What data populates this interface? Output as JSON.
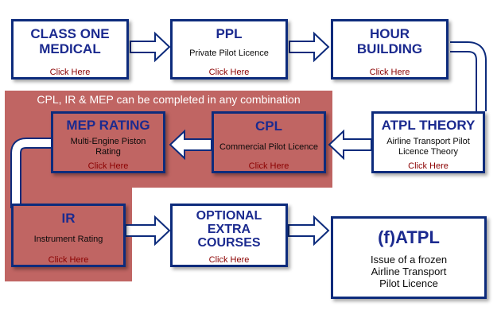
{
  "region_label": "CPL, IR & MEP can be completed in any combination",
  "boxes": {
    "class_one_medical": {
      "title": "CLASS ONE MEDICAL",
      "title_lines": [
        "CLASS ONE",
        "MEDICAL"
      ],
      "link": "Click Here"
    },
    "ppl": {
      "title": "PPL",
      "subtitle": "Private Pilot Licence",
      "link": "Click Here"
    },
    "hour_building": {
      "title": "HOUR BUILDING",
      "title_lines": [
        "HOUR",
        "BUILDING"
      ],
      "link": "Click Here"
    },
    "atpl_theory": {
      "title": "ATPL THEORY",
      "subtitle_lines": [
        "Airline Transport Pilot",
        "Licence Theory"
      ],
      "link": "Click Here"
    },
    "cpl": {
      "title": "CPL",
      "subtitle": "Commercial Pilot Licence",
      "link": "Click Here"
    },
    "mep_rating": {
      "title": "MEP RATING",
      "subtitle_lines": [
        "Multi-Engine Piston",
        "Rating"
      ],
      "link": "Click Here"
    },
    "ir": {
      "title": "IR",
      "subtitle": "Instrument Rating",
      "link": "Click Here"
    },
    "optional_extra_courses": {
      "title_lines": [
        "OPTIONAL",
        "EXTRA",
        "COURSES"
      ],
      "link": "Click Here"
    },
    "fatpl": {
      "title": "(f)ATPL",
      "subtitle_lines": [
        "Issue of a frozen",
        "Airline Transport",
        "Pilot Licence"
      ]
    }
  },
  "colors": {
    "box_border": "#0d2b7c",
    "title_text": "#1b2a8f",
    "link_text": "#8b0000",
    "region_fill": "#c06563"
  }
}
